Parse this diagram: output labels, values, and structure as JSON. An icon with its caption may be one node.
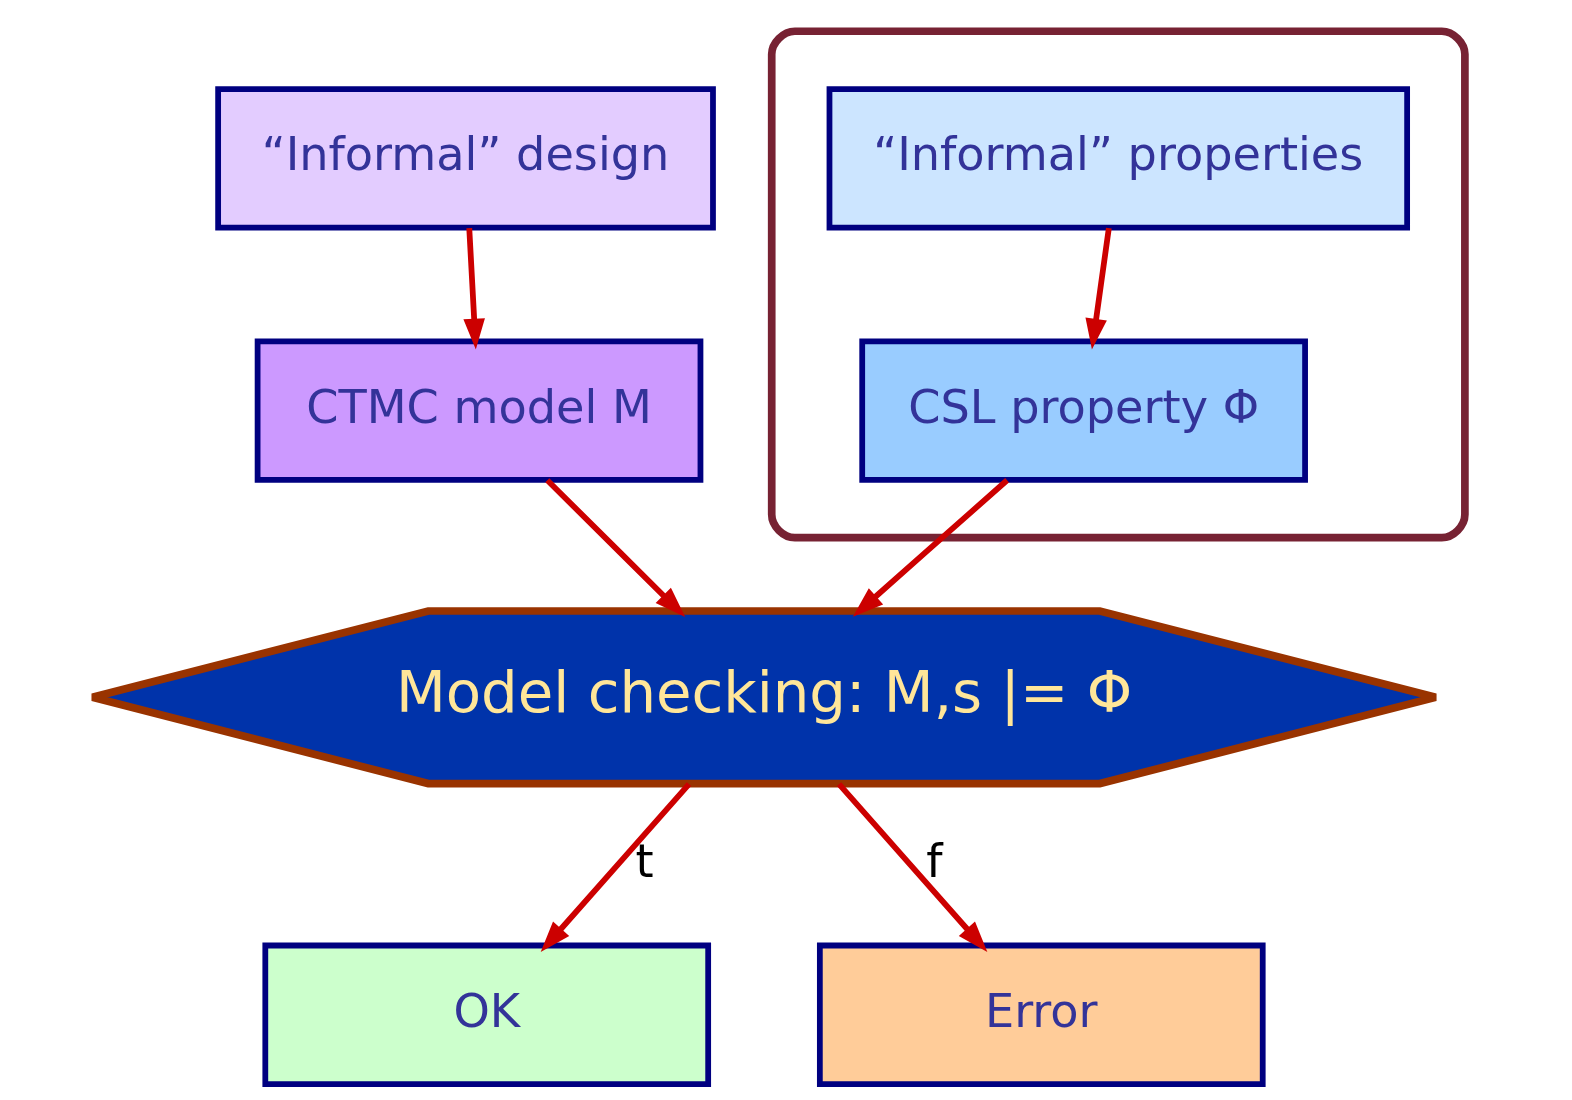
{
  "diagram": {
    "nodes": [
      {
        "text": [
          "“Informal” design"
        ]
      },
      {
        "text": [],
        "shape": "box"
      },
      {
        "text": [
          "“Informal” properties"
        ],
        "in": 1
      },
      {
        "text": [
          "CTMC model M"
        ]
      },
      {
        "text": [
          "CSL property Φ"
        ],
        "in": 1
      },
      {
        "text": [
          "Model checking: M,s |= Φ"
        ]
      },
      {
        "text": [
          "OK"
        ]
      },
      {
        "text": [
          "Error"
        ]
      }
    ],
    "edges": [
      {
        "from": 0,
        "to": 3,
        "arrow": "to"
      },
      {
        "from": 2,
        "to": 4,
        "arrow": "to"
      },
      {
        "from": 3,
        "to": 5,
        "arrow": "to"
      },
      {
        "from": 4,
        "to": 5,
        "arrow": "to"
      },
      {
        "from": 5,
        "to": 6,
        "arrow": "to",
        "label": "t"
      },
      {
        "from": 5,
        "to": 7,
        "arrow": "to",
        "label": "f"
      }
    ]
  }
}
